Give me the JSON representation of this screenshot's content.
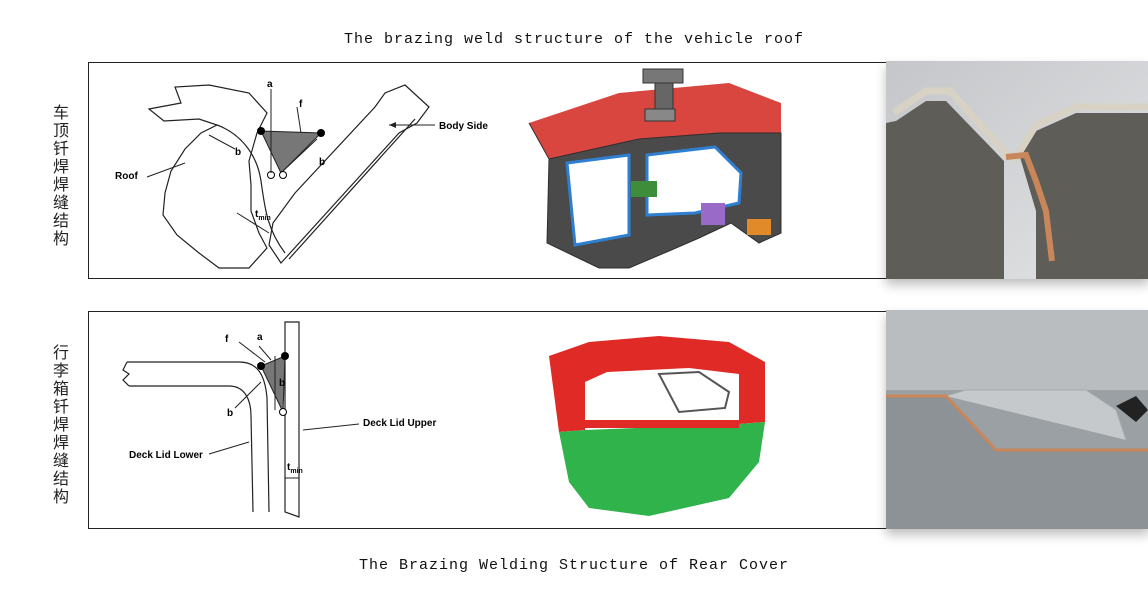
{
  "captions": {
    "top": "The brazing weld structure of the vehicle roof",
    "bottom": "The Brazing Welding Structure of Rear Cover"
  },
  "row1": {
    "side_label": "车顶钎焊焊缝结构",
    "diagram_labels": {
      "a": "a",
      "f": "f",
      "b_left": "b",
      "b_right": "b",
      "roof": "Roof",
      "body_side": "Body Side",
      "tmin_t": "t",
      "tmin_sub": "min"
    }
  },
  "row2": {
    "side_label": "行李箱钎焊焊缝结构",
    "diagram_labels": {
      "f": "f",
      "a": "a",
      "b_vert": "b",
      "b_lower": "b",
      "deck_lid_upper": "Deck Lid Upper",
      "deck_lid_lower": "Deck Lid Lower",
      "tmin_t": "t",
      "tmin_sub": "min"
    }
  },
  "colors": {
    "roof_red": "#d9463f",
    "body_blue": "#2f7fd1",
    "body_gray": "#4a4a4a",
    "accent_green": "#3d8d3a",
    "accent_purple": "#9a6ac8",
    "accent_orange": "#e08a2a",
    "lid_red": "#e02a26",
    "lid_green": "#2fb34a",
    "photo1_bg": "#5e5d58",
    "photo2_bg": "#9aa0a3",
    "braze_copper": "#c8865a"
  }
}
